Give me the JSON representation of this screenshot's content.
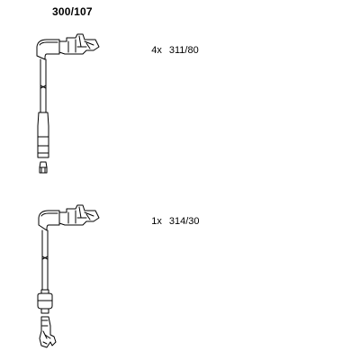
{
  "header": {
    "part_number": "300/107"
  },
  "items": [
    {
      "quantity": "4x",
      "code": "311/80"
    },
    {
      "quantity": "1x",
      "code": "314/30"
    }
  ],
  "colors": {
    "line": "#000000",
    "background": "#ffffff"
  },
  "icons": [
    "spark-plug-cable-icon",
    "ignition-coil-cable-icon"
  ]
}
